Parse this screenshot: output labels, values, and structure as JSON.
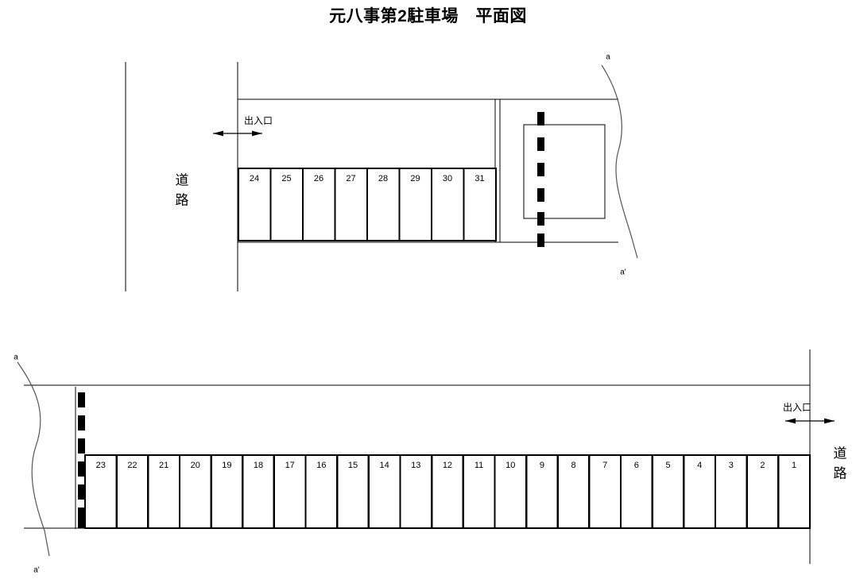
{
  "document": {
    "title": "元八事第2駐車場　平面図"
  },
  "labels": {
    "road": "道 路",
    "road_char_1": "道",
    "road_char_2": "路",
    "entrance": "出入口",
    "section_a": "a",
    "section_a_prime": "a'"
  },
  "upper_section": {
    "name": "upper-lot",
    "road_label": "道路",
    "entrance_label": "出入口",
    "section_marker_top": "a",
    "section_marker_bottom": "a'",
    "stalls": [
      "24",
      "25",
      "26",
      "27",
      "28",
      "29",
      "30",
      "31"
    ]
  },
  "lower_section": {
    "name": "lower-lot",
    "road_label": "道路",
    "entrance_label": "出入口",
    "section_marker_top": "a",
    "section_marker_bottom": "a'",
    "stalls": [
      "23",
      "22",
      "21",
      "20",
      "19",
      "18",
      "17",
      "16",
      "15",
      "14",
      "13",
      "12",
      "11",
      "10",
      "9",
      "8",
      "7",
      "6",
      "5",
      "4",
      "3",
      "2",
      "1"
    ]
  },
  "colors": {
    "line": "#000000",
    "background": "#ffffff",
    "break_line": "#555555"
  }
}
